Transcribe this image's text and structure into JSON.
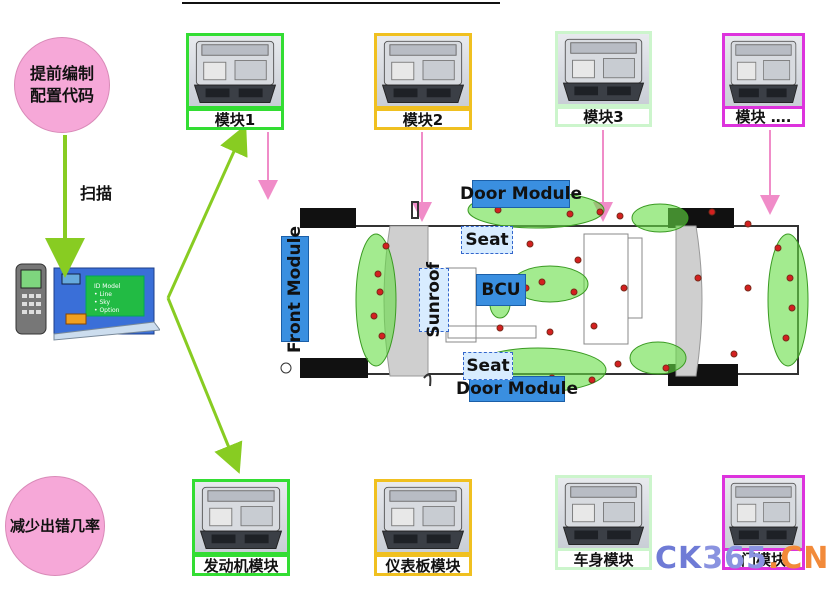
{
  "left": {
    "top_circle_text": "提前编制\n配置代码",
    "scan_label": "扫描",
    "bottom_circle_text": "减少出错几率"
  },
  "top_modules": [
    {
      "label": "模块1",
      "color": "#33dd33"
    },
    {
      "label": "模块2",
      "color": "#f0c020"
    },
    {
      "label": "模块3",
      "color": "#ccf5cc"
    },
    {
      "label": "模块 ….",
      "color": "#dd33dd"
    }
  ],
  "bottom_modules": [
    {
      "label": "发动机模块",
      "color": "#33dd33"
    },
    {
      "label": "仪表板模块",
      "color": "#f0c020"
    },
    {
      "label": "车身模块",
      "color": "#ccf5cc"
    },
    {
      "label": "门模块",
      "color": "#dd33dd"
    }
  ],
  "car": {
    "front_module": "Front Module",
    "door_module_top": "Door Module",
    "door_module_bottom": "Door Module",
    "seat_top": "Seat",
    "seat_bottom": "Seat",
    "bcu": "BCU",
    "sunroof": "Sunroof"
  },
  "watermark": {
    "brand_a": "CK",
    "brand_b": "365",
    "brand_c": ".CN"
  },
  "colors": {
    "arrow_green": "#88cc22",
    "arrow_pink": "#f08cc8",
    "circle_pink": "#f6a8d8",
    "blue_box": "#3a8fe0",
    "dot_red": "#d42020",
    "ellipse_green": "#66dd44"
  }
}
